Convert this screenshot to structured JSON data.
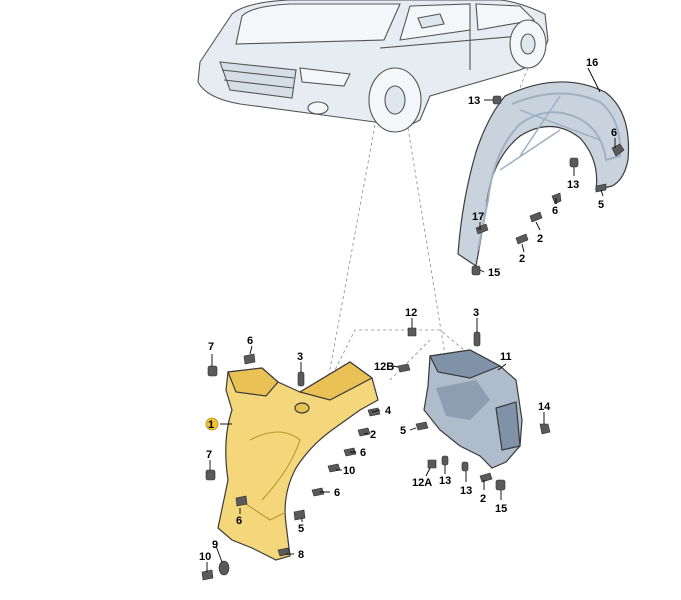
{
  "callouts": {
    "c16": "16",
    "c13a": "13",
    "c6a": "6",
    "c13b": "13",
    "c6b": "6",
    "c5a": "5",
    "c17": "17",
    "c2a": "2",
    "c2b": "2",
    "c15a": "15",
    "c12": "12",
    "c3a": "3",
    "c11": "11",
    "c12b": "12B",
    "c4": "4",
    "c5b": "5",
    "c14": "14",
    "c12a": "12A",
    "c13c": "13",
    "c13d": "13",
    "c2c": "2",
    "c15b": "15",
    "c7a": "7",
    "c6c": "6",
    "c3b": "3",
    "c1": "1",
    "c2d": "2",
    "c6d": "6",
    "c10a": "10",
    "c7b": "7",
    "c6e": "6",
    "c6f": "6",
    "c5c": "5",
    "c9": "9",
    "c10b": "10",
    "c8": "8"
  },
  "colors": {
    "front_liner": "#f4d77a",
    "front_liner_shade": "#e9c154",
    "rear_liner": "#c9d3de",
    "rear_liner_shade": "#9fb0c2",
    "shield": "#aebccb",
    "shield_shade": "#7f92a7",
    "car_body": "#e6ecf2",
    "car_glass": "#f4f7fa",
    "highlight_dot": "#f2c230"
  }
}
